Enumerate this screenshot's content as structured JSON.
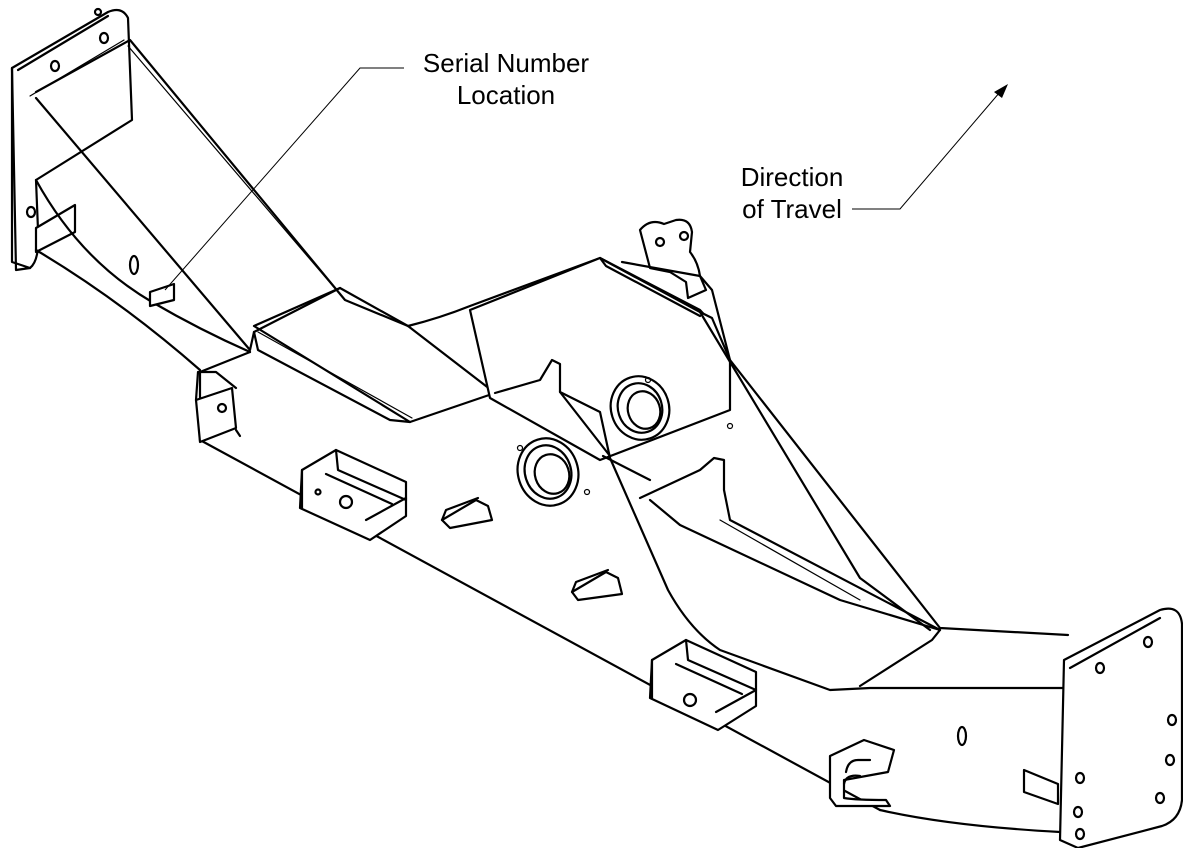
{
  "drawing": {
    "subject": "frame-assembly-isometric",
    "callouts": {
      "serial_number": {
        "line1": "Serial Number",
        "line2": "Location"
      },
      "direction": {
        "line1": "Direction",
        "line2": "of Travel"
      }
    }
  }
}
